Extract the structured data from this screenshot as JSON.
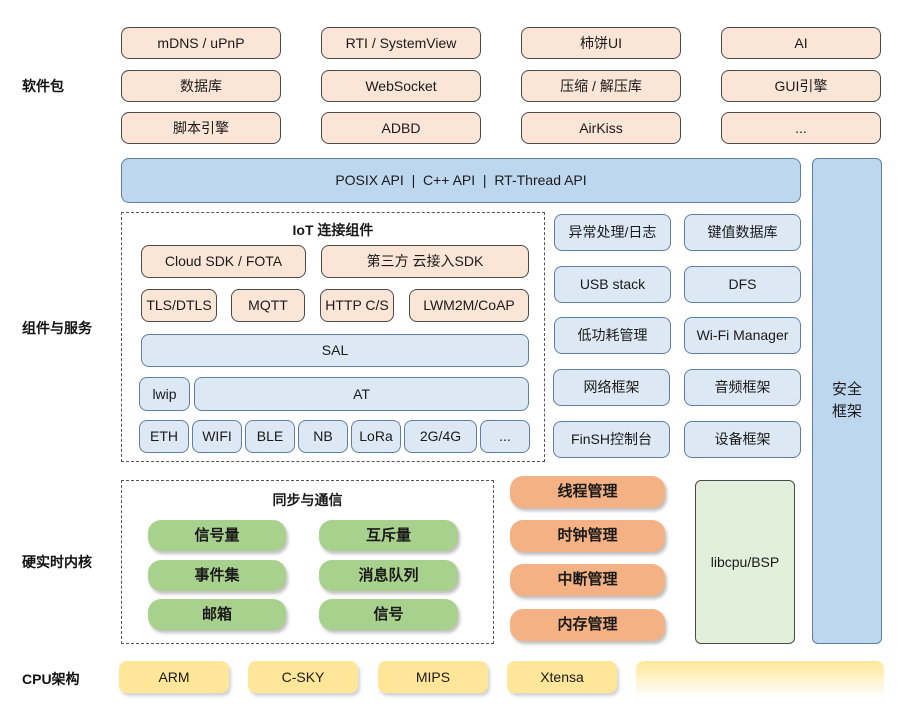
{
  "layers": {
    "packages": "软件包",
    "components": "组件与服务",
    "kernel": "硬实时内核",
    "cpu": "CPU架构"
  },
  "packages": {
    "row1": [
      "mDNS / uPnP",
      "RTI / SystemView",
      "柿饼UI",
      "AI"
    ],
    "row2": [
      "数据库",
      "WebSocket",
      "压缩 / 解压库",
      "GUI引擎"
    ],
    "row3": [
      "脚本引擎",
      "ADBD",
      "AirKiss",
      "..."
    ]
  },
  "api_bar": "POSIX API  |  C++ API  |  RT-Thread API",
  "security": "安全\n框架",
  "iot": {
    "title": "IoT 连接组件",
    "cloud_sdk": "Cloud SDK / FOTA",
    "third_party": "第三方 云接入SDK",
    "protocols": [
      "TLS/DTLS",
      "MQTT",
      "HTTP C/S",
      "LWM2M/CoAP"
    ],
    "sal": "SAL",
    "lwip": "lwip",
    "at": "AT",
    "links": [
      "ETH",
      "WIFI",
      "BLE",
      "NB",
      "LoRa",
      "2G/4G",
      "..."
    ]
  },
  "services": {
    "left": [
      "异常处理/日志",
      "USB stack",
      "低功耗管理",
      "网络框架",
      "FinSH控制台"
    ],
    "right": [
      "键值数据库",
      "DFS",
      "Wi-Fi Manager",
      "音频框架",
      "设备框架"
    ]
  },
  "sync": {
    "title": "同步与通信",
    "items": [
      "信号量",
      "互斥量",
      "事件集",
      "消息队列",
      "邮箱",
      "信号"
    ]
  },
  "kernel_mgmt": [
    "线程管理",
    "时钟管理",
    "中断管理",
    "内存管理"
  ],
  "libcpu": "libcpu/BSP",
  "cpu": [
    "ARM",
    "C-SKY",
    "MIPS",
    "Xtensa"
  ],
  "colors": {
    "package": "#fbe5d6",
    "api": "#bdd7ee",
    "service": "#dde8f5",
    "sync": "#a9d18e",
    "kernel": "#f4b183",
    "cpu": "#ffe699",
    "libcpu": "#e2efda"
  }
}
